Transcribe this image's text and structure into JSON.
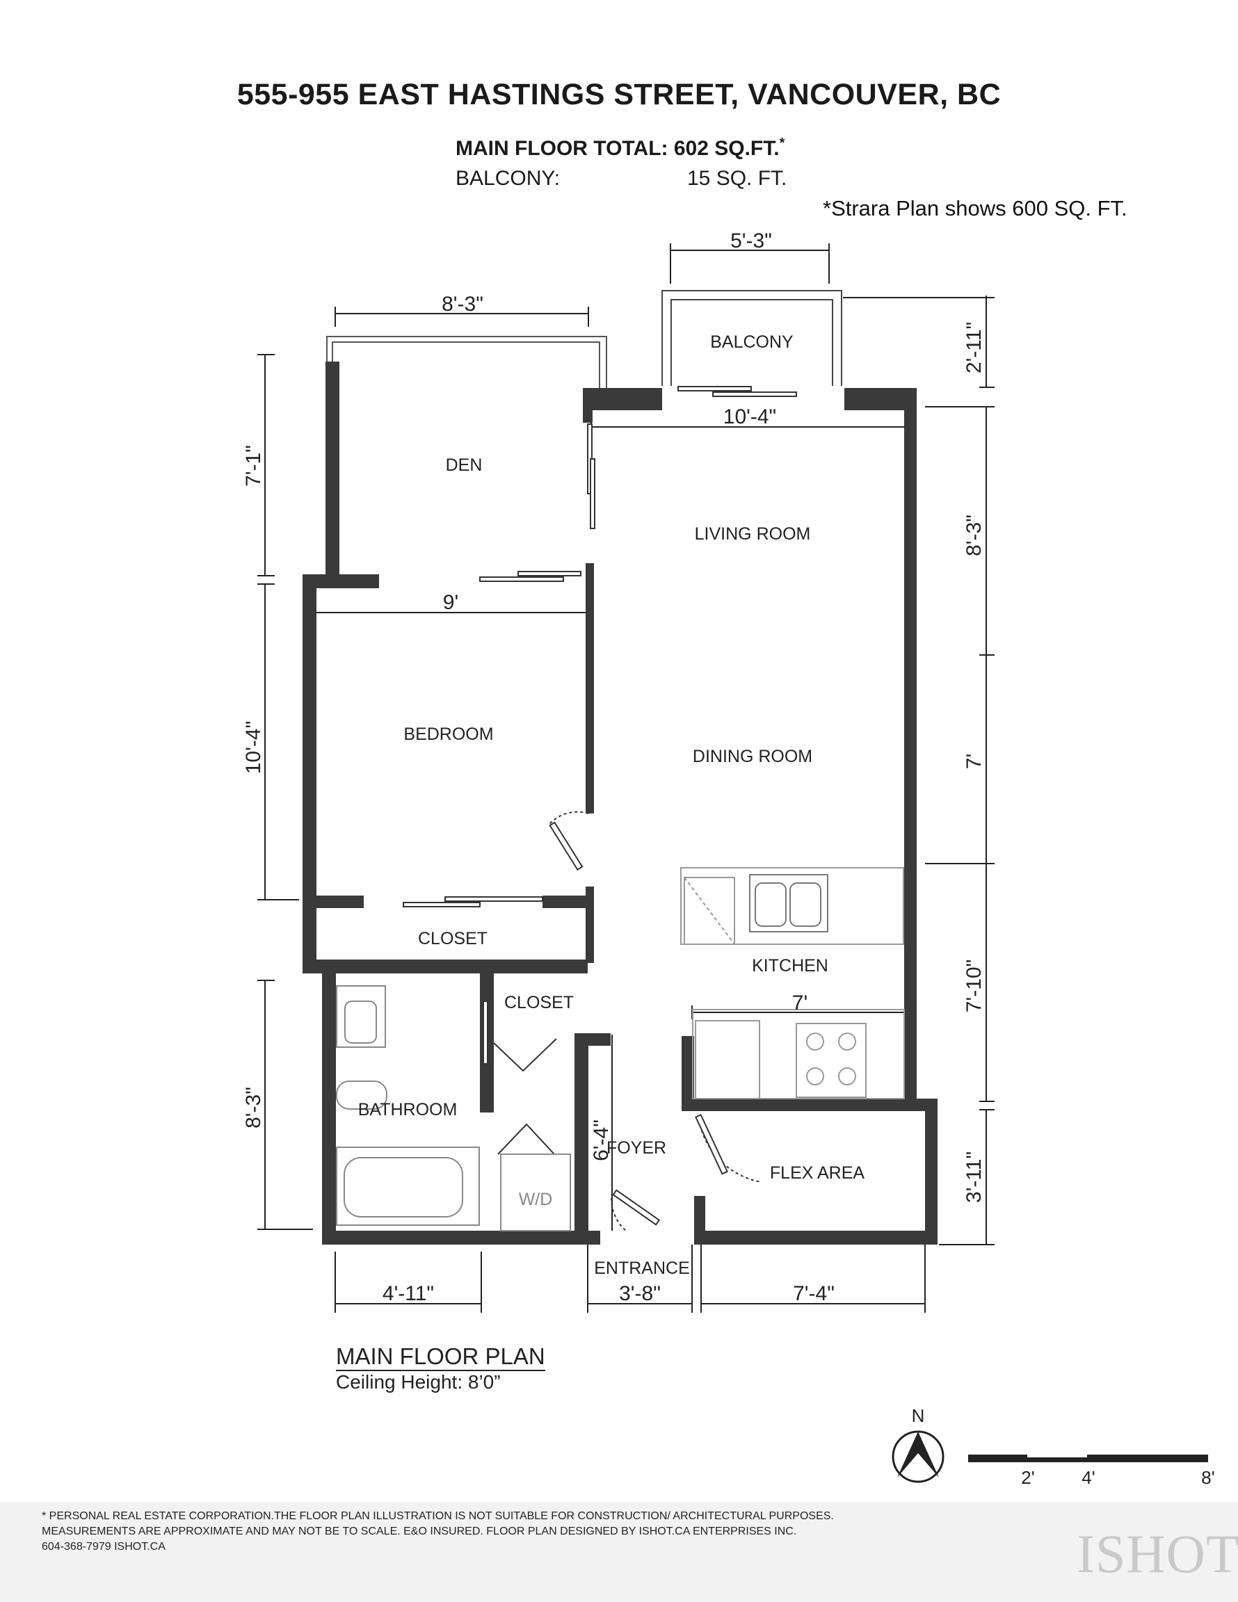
{
  "header": {
    "address": "555-955 EAST HASTINGS STREET, VANCOUVER, BC",
    "main_floor_total_label": "MAIN FLOOR TOTAL: 602 SQ.FT.",
    "main_floor_asterisk": "*",
    "balcony_label": "BALCONY:",
    "balcony_value": "15 SQ. FT.",
    "strata_note": "*Strara Plan shows 600 SQ. FT."
  },
  "rooms": {
    "balcony": "BALCONY",
    "den": "DEN",
    "living_room": "LIVING ROOM",
    "bedroom": "BEDROOM",
    "dining_room": "DINING ROOM",
    "closet_bedroom": "CLOSET",
    "kitchen": "KITCHEN",
    "closet_hall": "CLOSET",
    "bathroom": "BATHROOM",
    "foyer": "FOYER",
    "flex_area": "FLEX AREA",
    "entrance": "ENTRANCE",
    "wd": "W/D"
  },
  "dimensions": {
    "balcony_width": "5'-3\"",
    "balcony_depth": "2'-11\"",
    "den_width": "8'-3\"",
    "den_depth": "7'-1\"",
    "living_width": "10'-4\"",
    "living_depth": "8'-3\"",
    "bedroom_width": "9'",
    "bedroom_depth": "10'-4\"",
    "dining_depth": "7'",
    "kitchen_depth": "7'-10\"",
    "kitchen_width": "7'",
    "bathroom_depth": "8'-3\"",
    "foyer_depth": "6'-4\"",
    "flex_depth": "3'-11\"",
    "bathroom_width": "4'-11\"",
    "entrance_width": "3'-8\"",
    "flex_width": "7'-4\""
  },
  "plan_title": "MAIN FLOOR PLAN",
  "ceiling_height": "Ceiling Height: 8’0”",
  "compass_label": "N",
  "scale_bar": {
    "labels": [
      "2'",
      "4'",
      "8'"
    ]
  },
  "footer": {
    "line1": "* PERSONAL REAL ESTATE CORPORATION.THE FLOOR PLAN ILLUSTRATION IS NOT SUITABLE FOR CONSTRUCTION/ ARCHITECTURAL PURPOSES.",
    "line2": "MEASUREMENTS ARE APPROXIMATE AND MAY NOT BE TO SCALE. E&O INSURED. FLOOR PLAN DESIGNED BY ISHOT.CA ENTERPRISES INC.",
    "line3": "604-368-7979  ISHOT.CA",
    "logo": "ISHOT"
  }
}
